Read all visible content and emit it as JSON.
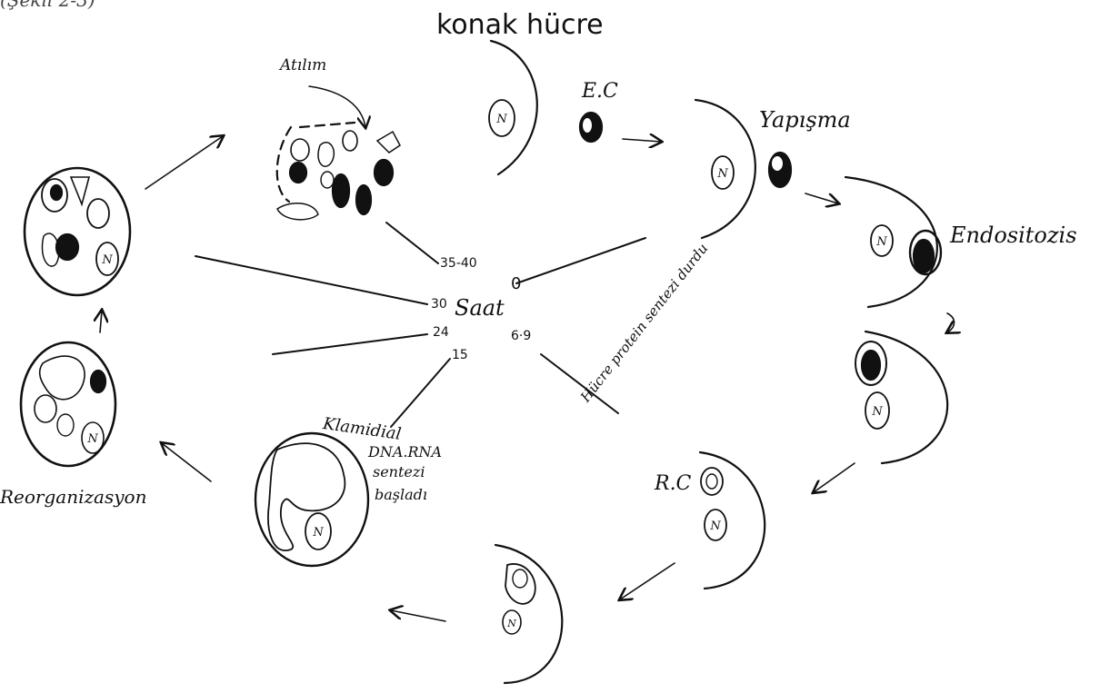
{
  "title": "konak hücre",
  "header_fragment": "(Şekil 2-3)",
  "labels": {
    "elementary_body": "E.C",
    "attachment": "Yapışma",
    "endocytosis": "Endositozis",
    "reticulate_body": "R.C",
    "host_protein": "Hücre protein sentezi durdu",
    "synthesis_line1": "Klamidial",
    "synthesis_line2": "DNA.RNA",
    "synthesis_line3": "sentezi",
    "synthesis_line4": "başladı",
    "reorganization": "Reorganizasyon",
    "release": "Atılım",
    "saat": "Saat"
  },
  "hours": {
    "h0": "0",
    "h6_9": "6·9",
    "h15": "15",
    "h24": "24",
    "h30": "30",
    "h35_40": "35-40"
  },
  "nucleus_letter": "N",
  "colors": {
    "ink": "#111111",
    "paper": "#ffffff"
  }
}
